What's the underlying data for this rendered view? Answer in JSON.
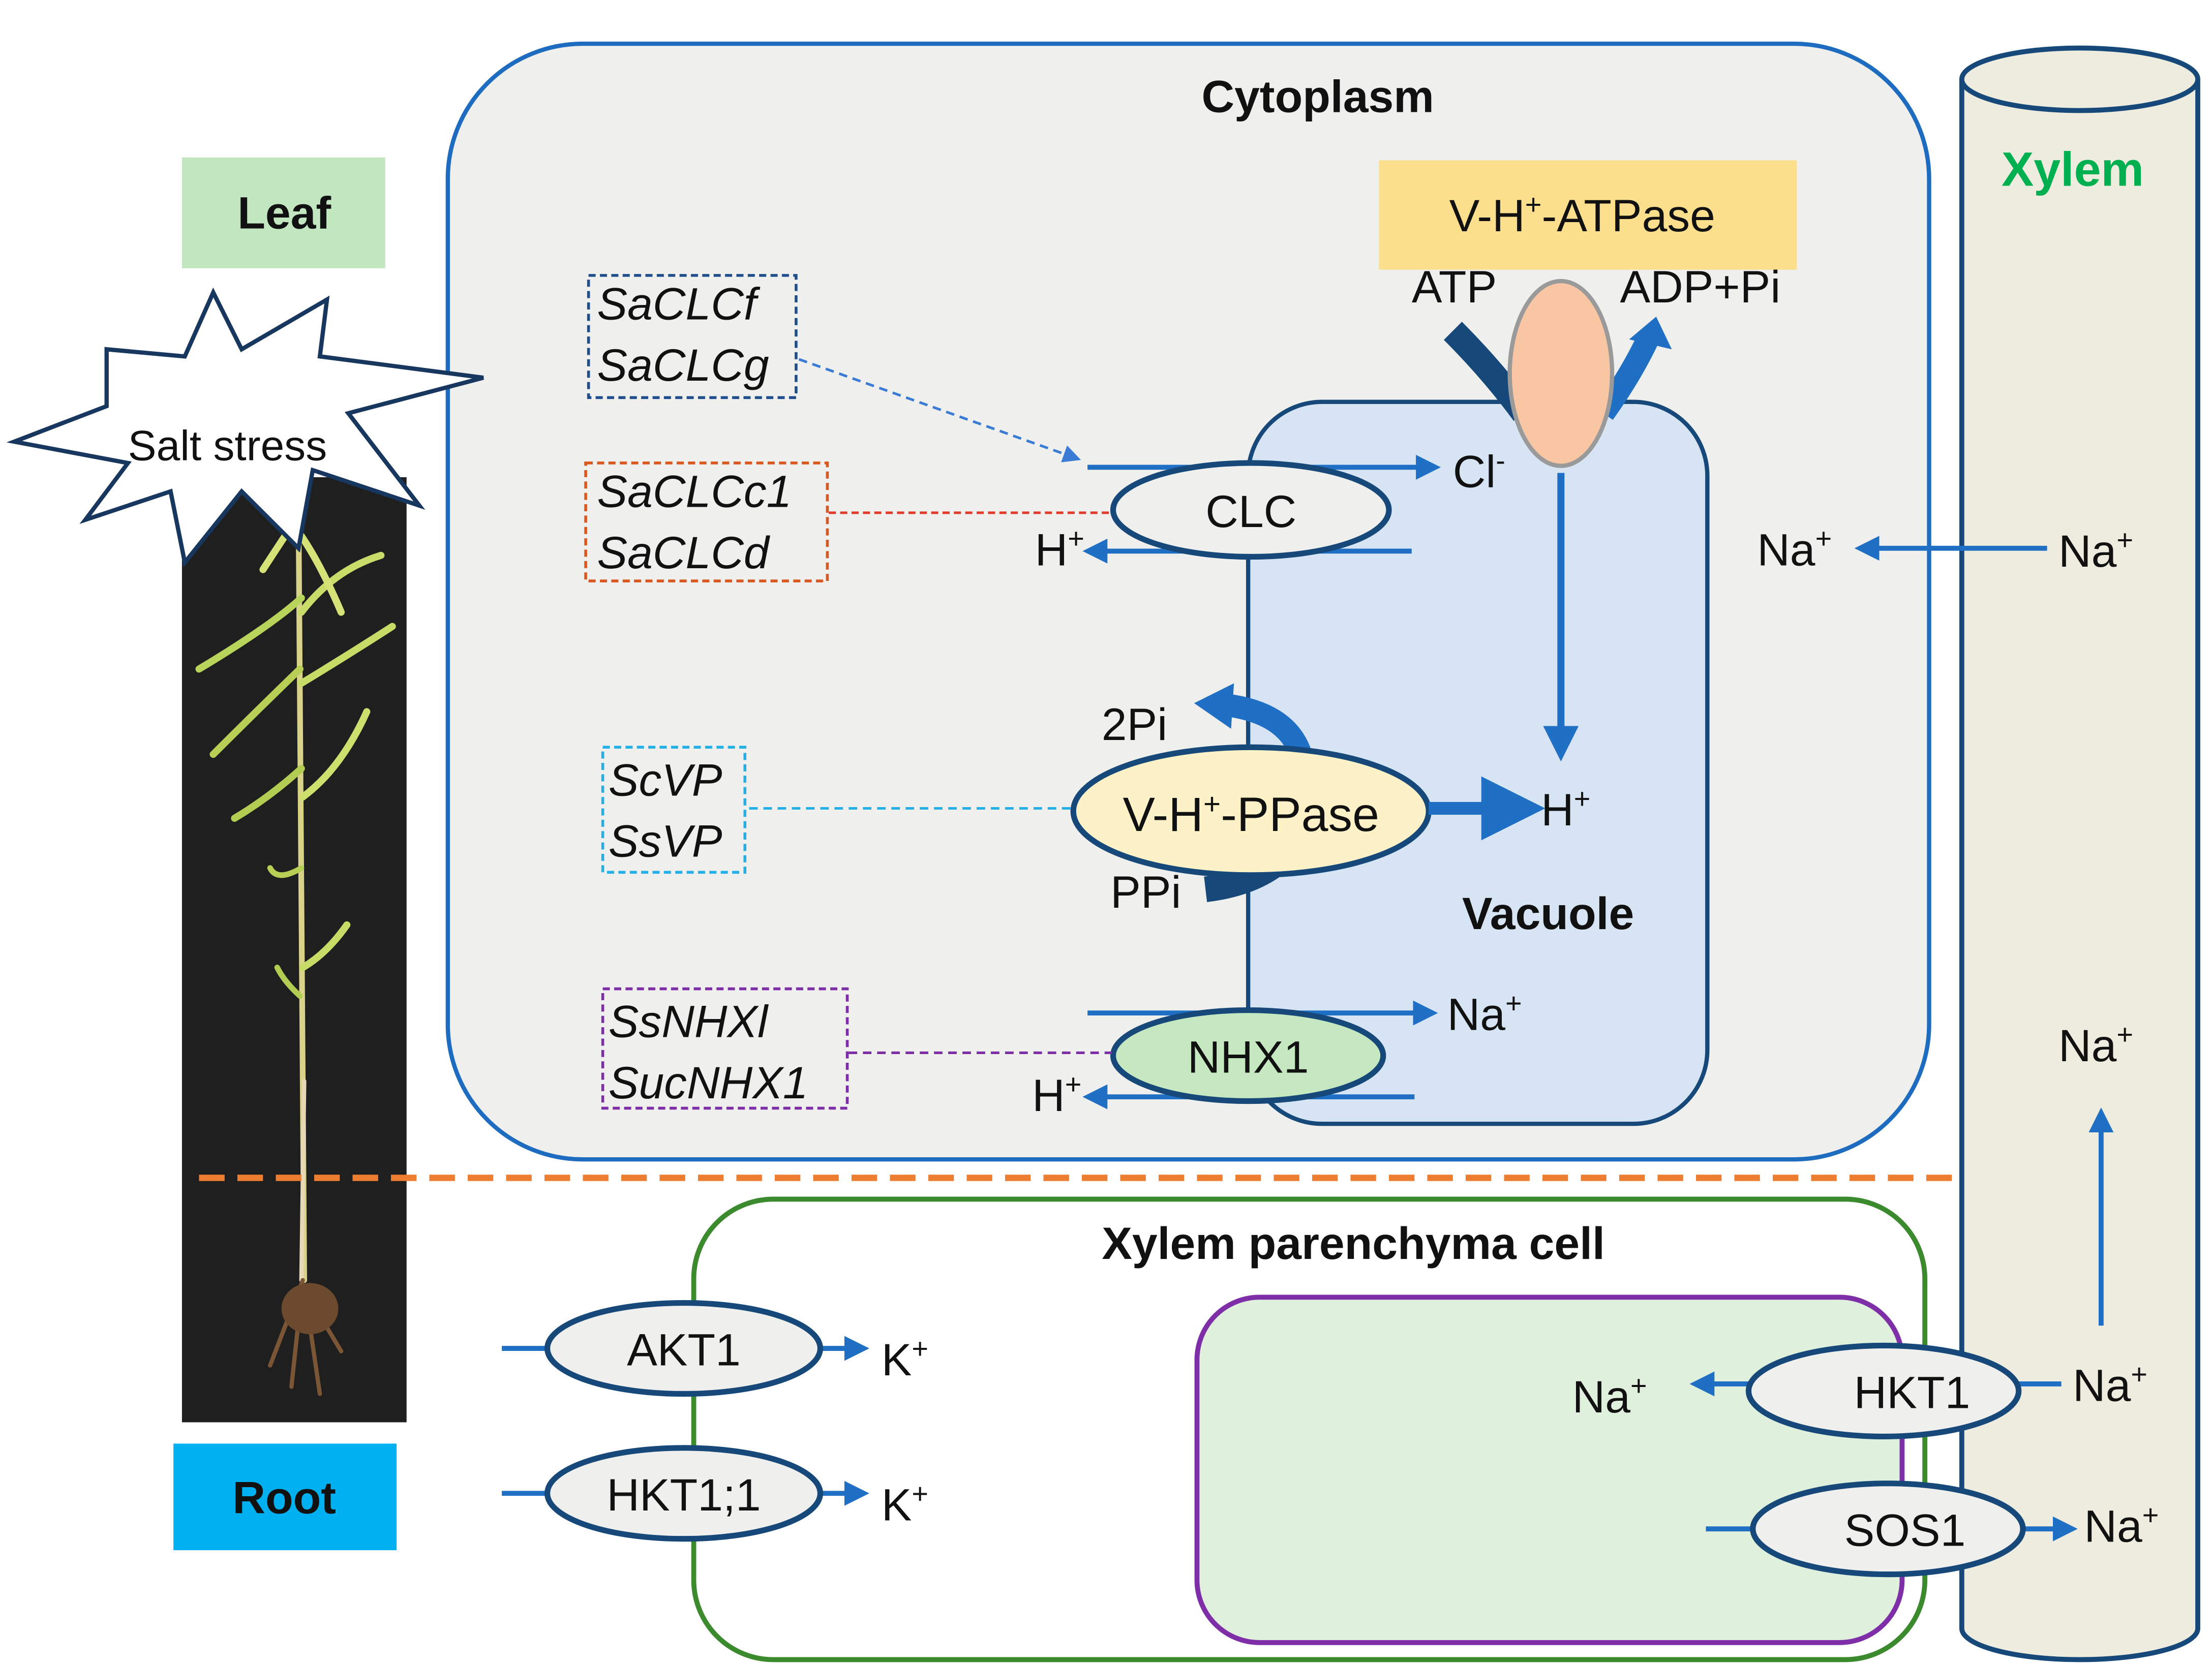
{
  "labels": {
    "leaf": "Leaf",
    "root": "Root",
    "salt_stress": "Salt stress",
    "cytoplasm": "Cytoplasm",
    "vacuole": "Vacuole",
    "xylem": "Xylem",
    "xylem_parenchyma": "Xylem parenchyma cell"
  },
  "genes": {
    "clc_fg": [
      "SaCLCf",
      "SaCLCg"
    ],
    "clc_cd": [
      "SaCLCc1",
      "SaCLCd"
    ],
    "vp": [
      "ScVP",
      "SsVP"
    ],
    "nhx": [
      "SsNHXl",
      "SucNHX1"
    ]
  },
  "transporters": {
    "clc": "CLC",
    "nhx1": "NHX1",
    "akt1": "AKT1",
    "hkt11": "HKT1;1",
    "hkt1": "HKT1",
    "sos1": "SOS1",
    "vatpase_prefix": "V-H",
    "vatpase_suffix": "-ATPase",
    "vppase_prefix": "V-H",
    "vppase_suffix": "-PPase"
  },
  "ions": {
    "atp": "ATP",
    "adp_pi": "ADP+Pi",
    "two_pi": "2Pi",
    "ppi": "PPi",
    "cl": "Cl",
    "minus": "-",
    "h": "H",
    "na": "Na",
    "k": "K",
    "plus": "+"
  },
  "colors": {
    "arrow_blue": "#1f6fc4",
    "cytoplasm_border": "#1e6cc0",
    "vacuole_fill": "#d6e4f4",
    "leaf_box": "#c2e6c0",
    "root_box": "#00b0f0",
    "xylem_label": "#00b050",
    "dashed_divider": "#ed7d31",
    "vatpase_box": "#fbdf8d",
    "vppase_fill": "#fdf1c8",
    "nhx1_fill": "#c6e8c0",
    "parenchyma_border": "#3c8a2e",
    "inner_cell_border": "#7e2fa8",
    "inner_cell_fill": "#dff0dc",
    "xylem_fill": "#eeecde",
    "plant_photo_bg": "#1f1f1f"
  }
}
